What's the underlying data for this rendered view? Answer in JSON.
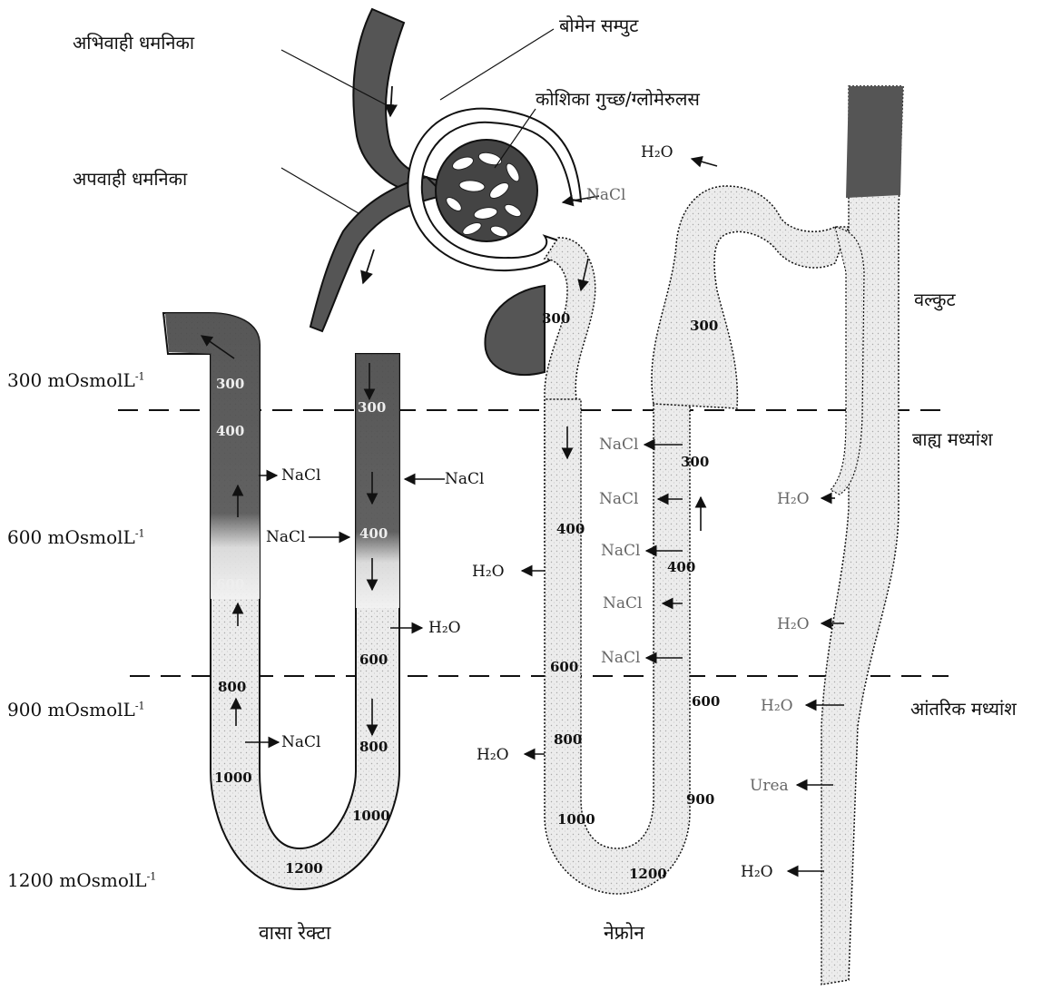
{
  "labels": {
    "afferent_arteriole": "अभिवाही धमनिका",
    "efferent_arteriole": "अपवाही धमनिका",
    "bowman_capsule": "बोमेन सम्पुट",
    "glomerulus": "कोशिका गुच्छ/ग्लोमेरुलस",
    "cortex": "वल्कुट",
    "outer_medulla": "बाह्य मध्यांश",
    "inner_medulla": "आंतरिक मध्यांश",
    "vasa_recta": "वासा रेक्टा",
    "nephron": "नेफ्रोन"
  },
  "osmolarity_levels": [
    {
      "value": "300 mOsmolL",
      "exp": "-1"
    },
    {
      "value": "600 mOsmolL",
      "exp": "-1"
    },
    {
      "value": "900 mOsmolL",
      "exp": "-1"
    },
    {
      "value": "1200 mOsmolL",
      "exp": "-1"
    }
  ],
  "vasa_recta": {
    "ascending_values": [
      "300",
      "400",
      "600",
      "800",
      "1000"
    ],
    "descending_values": [
      "300",
      "400",
      "600",
      "800",
      "1000"
    ],
    "bottom_value": "1200",
    "nacl": "NaCl",
    "water": "H₂O"
  },
  "nephron": {
    "cortex_values": [
      "300",
      "300"
    ],
    "descending_values": [
      "400",
      "600",
      "800",
      "1000"
    ],
    "ascending_values": [
      "300",
      "400",
      "600",
      "900"
    ],
    "bottom_value": "1200",
    "nacl": "NaCl",
    "water": "H₂O",
    "urea": "Urea"
  }
}
